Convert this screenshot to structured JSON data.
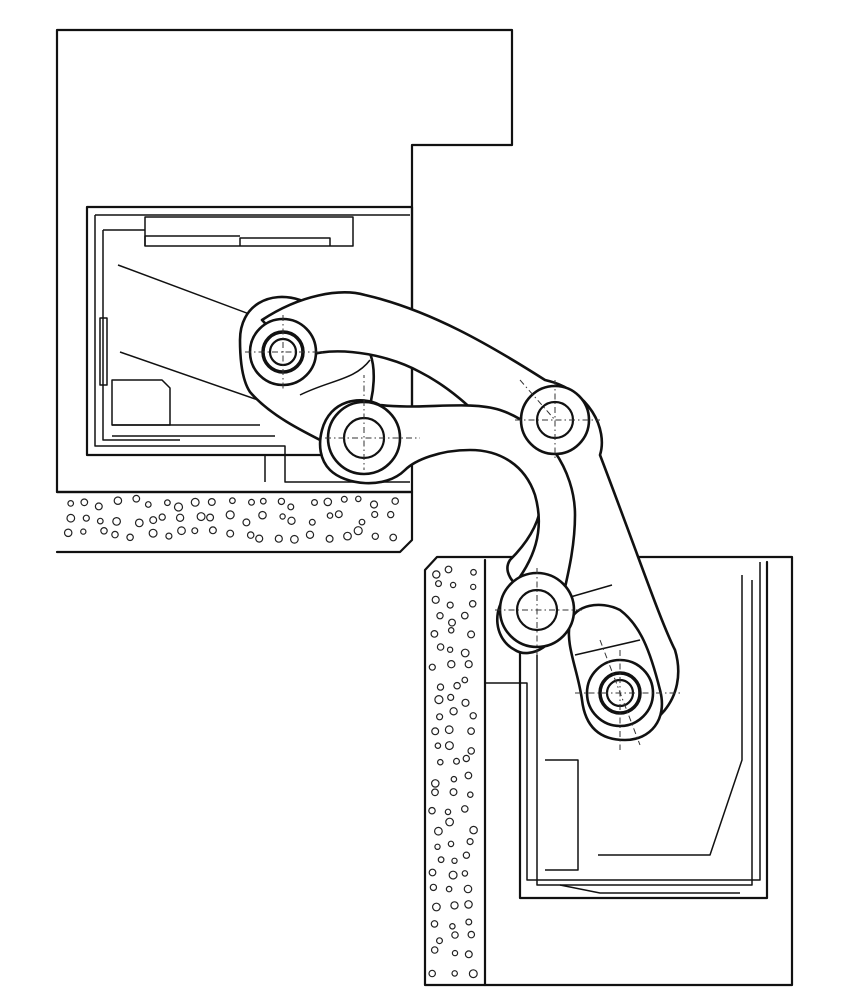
{
  "colors": {
    "stroke": "#111111",
    "background": "#ffffff"
  },
  "parts": {
    "frame_panel": "wall-frame",
    "door_panel": "door-leaf",
    "hinge_arms": 3,
    "pivot_pins": 5
  }
}
